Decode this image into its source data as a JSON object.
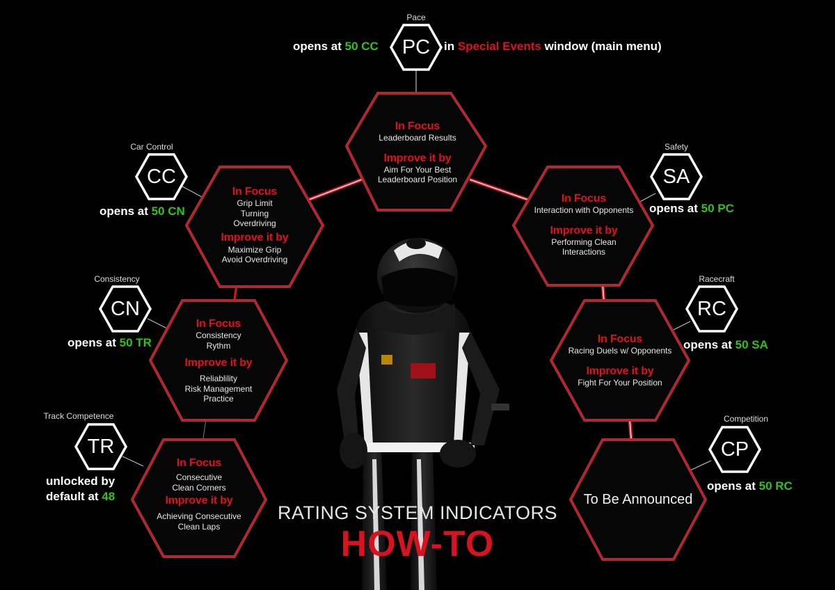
{
  "title": {
    "line1": "RATING SYSTEM INDICATORS",
    "line2": "HOW-TO"
  },
  "colors": {
    "accent": "#e0101e",
    "unlock": "#2fc21b",
    "badge": "#ffffff",
    "background": "#000000"
  },
  "figure": "racing-driver-figure",
  "indicators": {
    "pc": {
      "name": "Pace",
      "code": "PC",
      "note": {
        "before": "opens at ",
        "value": "50 CC",
        "middle": " in ",
        "highlight": "Special Events",
        "after": " window (main menu)"
      },
      "focus_label": "In Focus",
      "focus": "Leaderboard Results",
      "improve_label": "Improve it by",
      "improve1": "Aim For Your Best",
      "improve2": "Leaderboard Position"
    },
    "cc": {
      "name": "Car Control",
      "code": "CC",
      "note": {
        "before": "opens at ",
        "value": "50 CN"
      },
      "focus_label": "In Focus",
      "focus1": "Grip Limit",
      "focus2": "Turning",
      "focus3": "Overdriving",
      "improve_label": "Improve it by",
      "improve1": "Maximize Grip",
      "improve2": "Avoid Overdriving"
    },
    "sa": {
      "name": "Safety",
      "code": "SA",
      "note": {
        "before": "opens at ",
        "value": "50 PC"
      },
      "focus_label": "In Focus",
      "focus": "Interaction with Opponents",
      "improve_label": "Improve it by",
      "improve1": "Performing Clean",
      "improve2": "Interactions"
    },
    "cn": {
      "name": "Consistency",
      "code": "CN",
      "note": {
        "before": "opens at ",
        "value": "50 TR"
      },
      "focus_label": "In Focus",
      "focus1": "Consistency",
      "focus2": "Rythm",
      "improve_label": "Improve it by",
      "improve1": "Reliablility",
      "improve2": "Risk Management",
      "improve3": "Practice"
    },
    "rc": {
      "name": "Racecraft",
      "code": "RC",
      "note": {
        "before": "opens at ",
        "value": "50 SA"
      },
      "focus_label": "In Focus",
      "focus": "Racing Duels w/ Opponents",
      "improve_label": "Improve it by",
      "improve1": "Fight For Your Position"
    },
    "tr": {
      "name": "Track Competence",
      "code": "TR",
      "note": {
        "line1": "unlocked by",
        "before": "default at ",
        "value": "48"
      },
      "focus_label": "In Focus",
      "focus1": "Consecutive",
      "focus2": "Clean Corners",
      "improve_label": "Improve it by",
      "improve1": "Achieving Consecutive",
      "improve2": "Clean Laps"
    },
    "cp": {
      "name": "Competition",
      "code": "CP",
      "note": {
        "before": "opens at ",
        "value": "50 RC"
      },
      "status": "To Be Announced"
    }
  }
}
